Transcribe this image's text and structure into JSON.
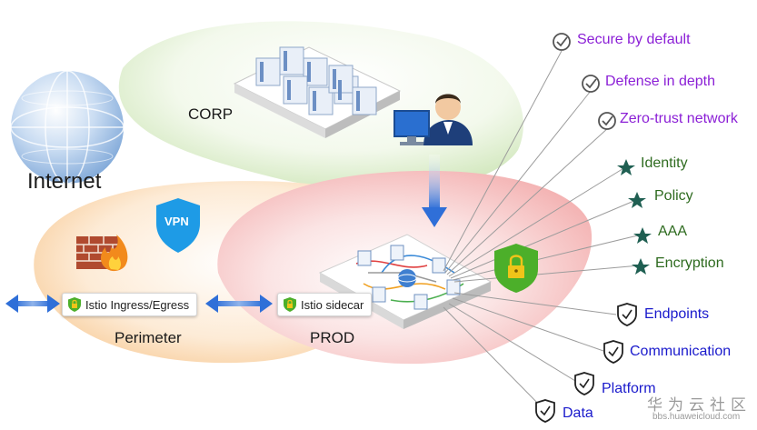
{
  "zones": {
    "internet": "Internet",
    "corp": "CORP",
    "perimeter": "Perimeter",
    "prod": "PROD"
  },
  "badges": {
    "vpn": "VPN"
  },
  "chips": {
    "ingress": "Istio Ingress/Egress",
    "sidecar": "Istio sidecar"
  },
  "principles": [
    {
      "label": "Secure by default",
      "icon": "check-circle-icon"
    },
    {
      "label": "Defense in depth",
      "icon": "check-circle-icon"
    },
    {
      "label": "Zero-trust network",
      "icon": "check-circle-icon"
    }
  ],
  "capabilities": [
    {
      "label": "Identity",
      "icon": "star-icon"
    },
    {
      "label": "Policy",
      "icon": "star-icon"
    },
    {
      "label": "AAA",
      "icon": "star-icon"
    },
    {
      "label": "Encryption",
      "icon": "star-icon"
    }
  ],
  "targets": [
    {
      "label": "Endpoints",
      "icon": "shield-check-icon"
    },
    {
      "label": "Communication",
      "icon": "shield-check-icon"
    },
    {
      "label": "Platform",
      "icon": "shield-check-icon"
    },
    {
      "label": "Data",
      "icon": "shield-check-icon"
    }
  ],
  "watermark": {
    "brand": "华为云社区",
    "url": "bbs.huaweicloud.com"
  },
  "colors": {
    "principle": "#8b1fd6",
    "capability": "#2e6b1f",
    "target": "#1a1acc",
    "star": "#1f5f52",
    "arrow": "#2f6fd8",
    "shield": "#4caf2a",
    "vpn": "#1e9be6"
  }
}
